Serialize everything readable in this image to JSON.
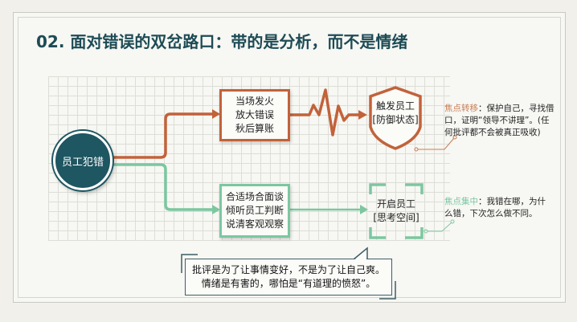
{
  "title": "02. 面对错误的双岔路口：带的是分析，而不是情绪",
  "start": "员工犯错",
  "bad_path": {
    "actions": [
      "当场发火",
      "放大错误",
      "秋后算账"
    ],
    "result": [
      "触发员工",
      "[防御状态]"
    ],
    "note_label": "焦点转移",
    "note_text": "：保护自己，寻找借口，证明“领导不讲理”。(任何批评都不会被真正吸收)"
  },
  "good_path": {
    "actions": [
      "合适场合面谈",
      "倾听员工判断",
      "说清客观观察"
    ],
    "result": [
      "开启员工",
      "[思考空间]"
    ],
    "note_label": "焦点集中",
    "note_text": "：我错在哪，为什么错，下次怎么做不同。"
  },
  "callout": [
    "批评是为了让事情变好，不是为了让自己爽。",
    "情绪是有害的，哪怕是“有道理的愤怒”。"
  ],
  "colors": {
    "orange": "#c2623a",
    "green": "#7cc7a0",
    "teal": "#1e5661"
  }
}
